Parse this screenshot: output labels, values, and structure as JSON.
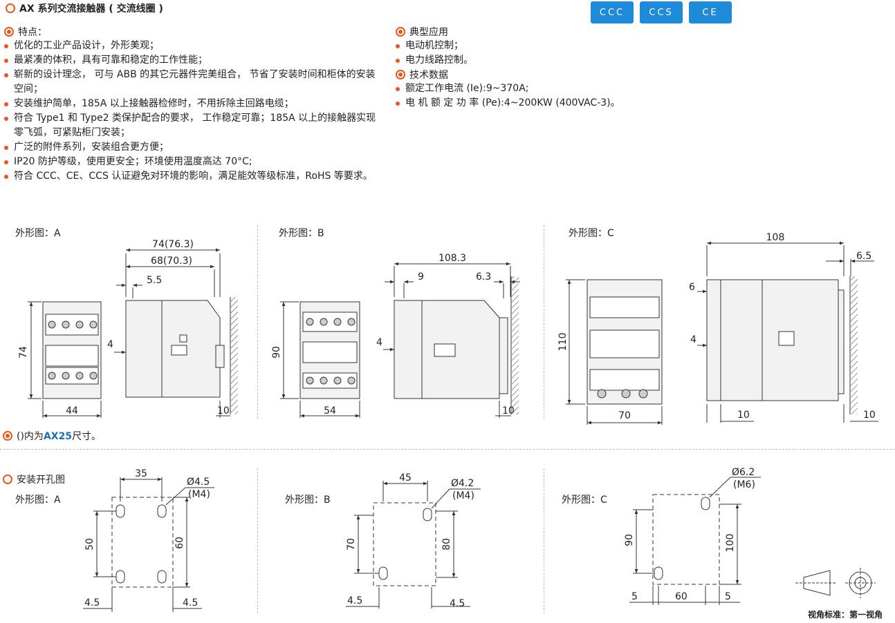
{
  "title": "AX 系列交流接触器 ( 交流线圈 )",
  "certifications": [
    "CCC",
    "CCS",
    "CE"
  ],
  "features": {
    "heading": "特点：",
    "items": [
      "优化的工业产品设计，外形美观；",
      "最紧凑的体积，具有可靠和稳定的工作性能；",
      "崭新的设计理念， 可与 ABB 的其它元器件完美组合， 节省了安装时间和柜体的安装空间；",
      "安装维护简单，185A 以上接触器检修时，不用拆除主回路电缆；",
      "符合 Type1 和 Type2 类保护配合的要求， 工作稳定可靠；185A 以上的接触器实现零飞弧，可紧贴柜门安装；",
      "广泛的附件系列，安装组合更方便；",
      "IP20 防护等级，使用更安全；环境使用温度高达 70°C;",
      "符合 CCC、CE、CCS 认证避免对环境的影响，满足能效等级标准，RoHS 等要求。"
    ]
  },
  "applications": {
    "heading": "典型应用",
    "items": [
      "电动机控制；",
      "电力线路控制。"
    ]
  },
  "tech": {
    "heading": "技术数据",
    "items": [
      "额定工作电流 (Ie):9~370A;",
      "电 机 额 定 功 率 (Pe):4~200KW (400VAC-3)。"
    ]
  },
  "outline": {
    "a": {
      "label": "外形图：A",
      "d_width_outer": "74(76.3)",
      "d_width_inner": "68(70.3)",
      "d_offset": "5.5",
      "d_height": "74",
      "d_front_width": "44",
      "d_small": "4",
      "d_rail": "10"
    },
    "b": {
      "label": "外形图：B",
      "d_width_outer": "108.3",
      "d_left": "9",
      "d_right": "6.3",
      "d_height": "90",
      "d_front_width": "54",
      "d_small": "4",
      "d_rail": "10"
    },
    "c": {
      "label": "外形图：C",
      "d_width_outer": "108",
      "d_right": "6.5",
      "d_left": "6",
      "d_height": "110",
      "d_front_width": "70",
      "d_small": "4",
      "d_bottom": "10",
      "d_rail": "10"
    }
  },
  "note": {
    "prefix": "()内为",
    "model": "AX25",
    "suffix": "尺寸。"
  },
  "mounting": {
    "heading": "安装开孔图",
    "a": {
      "label": "外形图：A",
      "d_top": "35",
      "d_hole": "Ø4.5",
      "d_screw": "(M4)",
      "d_left": "50",
      "d_right": "60",
      "d_bl": "4.5",
      "d_br": "4.5"
    },
    "b": {
      "label": "外形图：B",
      "d_top": "45",
      "d_hole": "Ø4.2",
      "d_screw": "(M4)",
      "d_left": "70",
      "d_right": "80",
      "d_bl": "4.5",
      "d_br": "4.5"
    },
    "c": {
      "label": "外形图：C",
      "d_hole": "Ø6.2",
      "d_screw": "(M6)",
      "d_left": "90",
      "d_right": "100",
      "d_bl": "5",
      "d_mid": "60",
      "d_br": "5"
    }
  },
  "view_standard": "视角标准：第一视角",
  "colors": {
    "accent": "#e8561e",
    "badge": "#1e8bd8",
    "line": "#333333",
    "body": "#f2f2f2"
  }
}
